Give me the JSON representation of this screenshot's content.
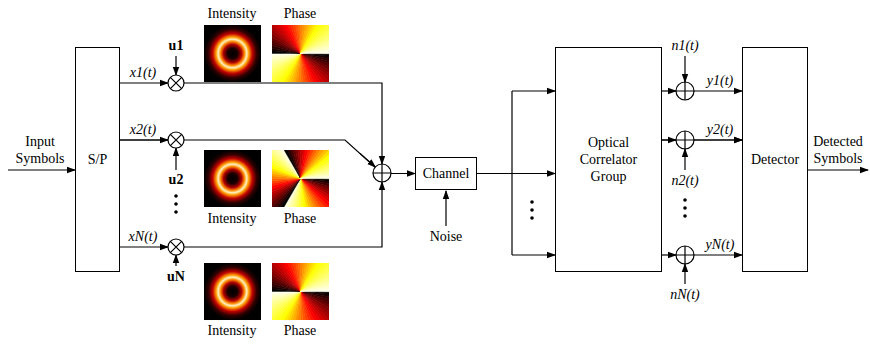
{
  "diagram": {
    "nodes": [
      {
        "text": [
          "S/P"
        ]
      },
      {
        "text": [
          "Channel"
        ]
      },
      {
        "text": [
          "Optical Correlator Group"
        ]
      },
      {
        "text": [
          "Detector"
        ]
      }
    ],
    "edges": [
      {
        "from": 0,
        "to": 1,
        "arrow": "to"
      },
      {
        "from": 1,
        "to": 2,
        "arrow": "to"
      },
      {
        "from": 2,
        "to": 3,
        "arrow": "to"
      }
    ],
    "labels": [
      "Input Symbols",
      "x1(t)",
      "u1",
      "Intensity",
      "Phase",
      "x2(t)",
      "Intensity",
      "Phase",
      "u2",
      "xN(t)",
      "uN",
      "Intensity",
      "Phase",
      "Noise",
      "n1(t)",
      "y1(t)",
      "y2(t)",
      "n2(t)",
      "yN(t)",
      "nN(t)",
      "Detected Symbols"
    ]
  }
}
